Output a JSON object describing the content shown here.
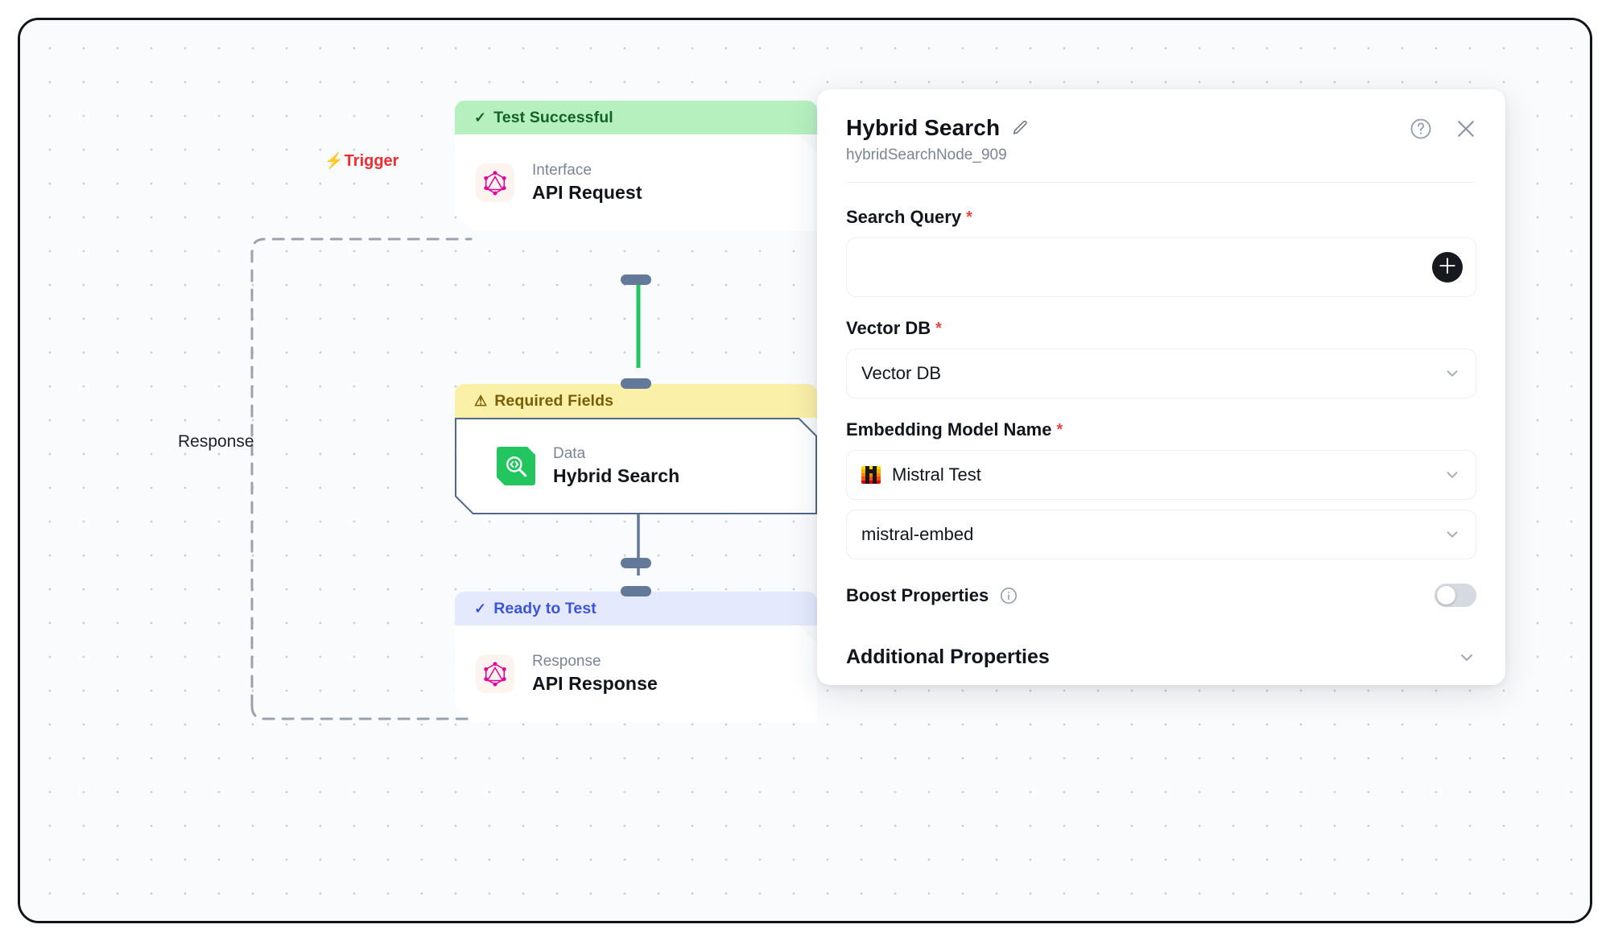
{
  "canvas": {
    "edges": {
      "trigger_label": "Trigger",
      "trigger_icon": "lightning-bolt-icon",
      "response_label": "Response"
    },
    "nodes": [
      {
        "id": "api-request",
        "banner_status": "Test Successful",
        "banner_icon": "check-icon",
        "banner_variant": "green",
        "kicker": "Interface",
        "title": "API Request",
        "icon": "graphql-icon"
      },
      {
        "id": "hybrid-search",
        "banner_status": "Required Fields",
        "banner_icon": "warning-triangle-icon",
        "banner_variant": "yellow",
        "kicker": "Data",
        "title": "Hybrid Search",
        "icon": "hybrid-search-icon",
        "selected": true
      },
      {
        "id": "api-response",
        "banner_status": "Ready to Test",
        "banner_icon": "check-icon",
        "banner_variant": "blue",
        "kicker": "Response",
        "title": "API Response",
        "icon": "graphql-icon"
      }
    ]
  },
  "panel": {
    "title": "Hybrid Search",
    "edit_icon": "pencil-icon",
    "node_id": "hybridSearchNode_909",
    "help_icon": "help-circle-icon",
    "close_icon": "close-icon",
    "fields": {
      "search_query": {
        "label": "Search Query",
        "required_marker": "*",
        "value": "",
        "placeholder": "",
        "add_button_icon": "plus-icon"
      },
      "vector_db": {
        "label": "Vector DB",
        "required_marker": "*",
        "value": "Vector DB",
        "chevron_icon": "chevron-down-icon"
      },
      "embedding_model": {
        "label": "Embedding Model Name",
        "required_marker": "*",
        "connection_value": "Mistral Test",
        "connection_icon": "mistral-icon",
        "connection_chevron": "chevron-down-icon",
        "model_value": "mistral-embed",
        "model_chevron": "chevron-down-icon"
      },
      "boost_properties": {
        "label": "Boost Properties",
        "info_icon": "info-circle-icon",
        "enabled": false
      },
      "additional_properties": {
        "label": "Additional Properties",
        "chevron_icon": "chevron-down-icon"
      }
    }
  },
  "colors": {
    "accent_green": "#22c55e",
    "banner_green_bg": "#b6f0bf",
    "banner_green_text": "#14622b",
    "banner_yellow_bg": "#fbf0a8",
    "banner_yellow_text": "#7a5d07",
    "banner_blue_bg": "#e4e9fd",
    "banner_blue_text": "#3b55d9",
    "trigger_red": "#ee2d33",
    "required_red": "#ef4444",
    "handle_slate": "#62799a",
    "graphql_pink": "#e10098"
  }
}
